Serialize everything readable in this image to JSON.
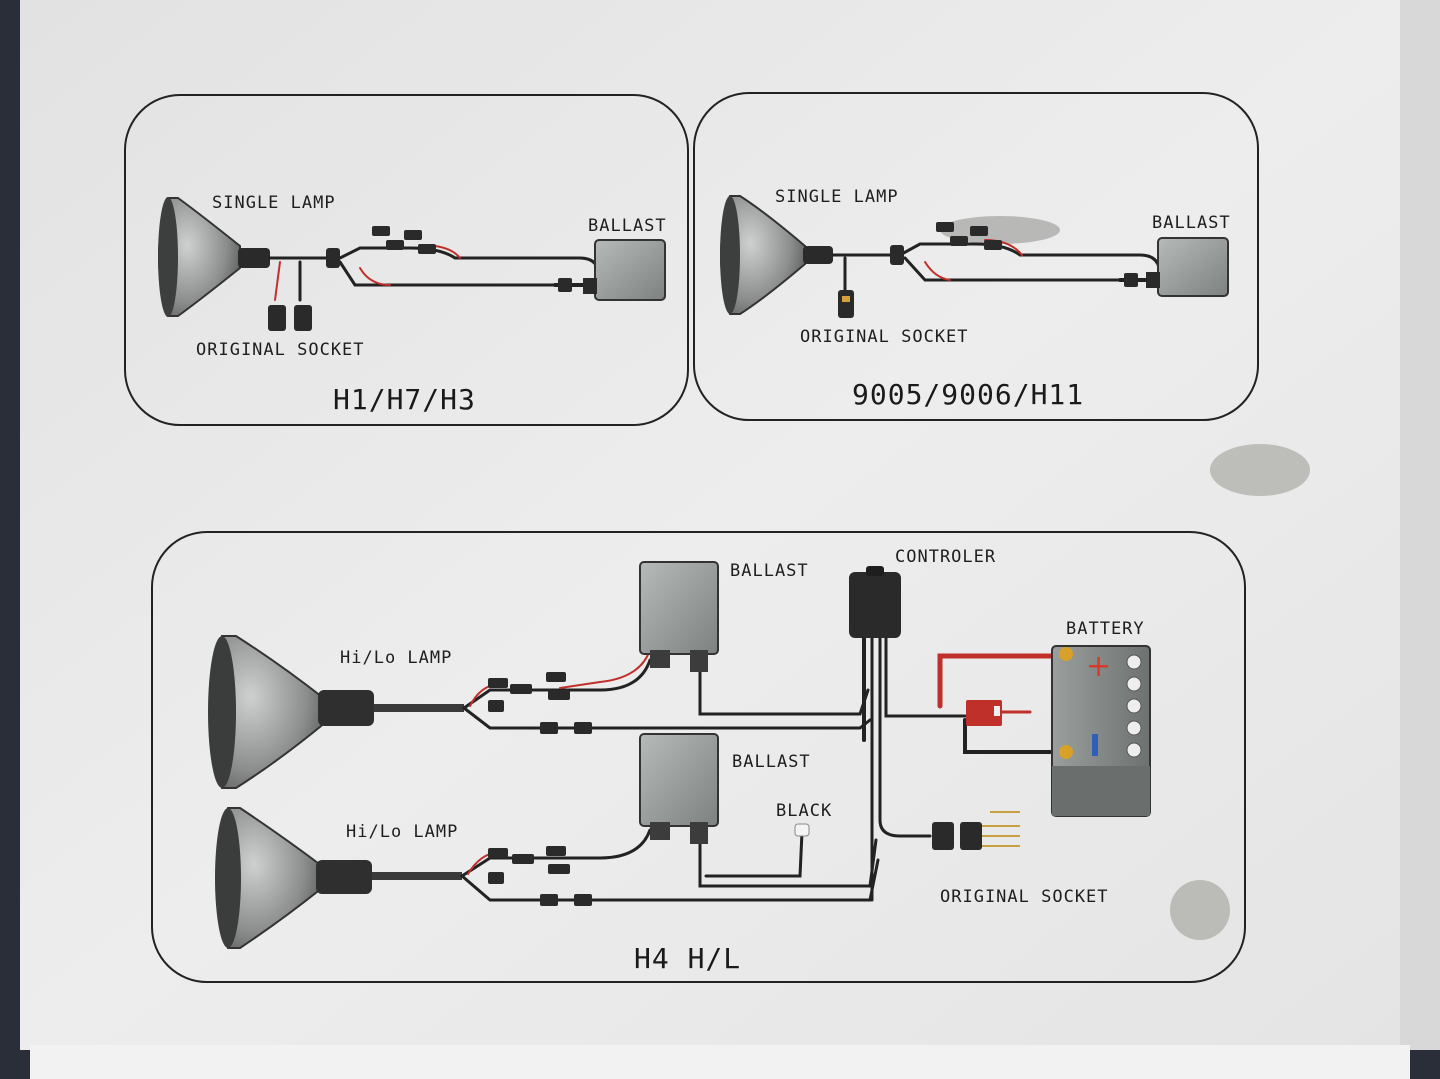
{
  "panels": {
    "h1": {
      "title": "H1/H7/H3",
      "single_lamp": "SINGLE LAMP",
      "ballast": "BALLAST",
      "original_socket": "ORIGINAL SOCKET"
    },
    "h9005": {
      "title": "9005/9006/H11",
      "single_lamp": "SINGLE LAMP",
      "ballast": "BALLAST",
      "original_socket": "ORIGINAL SOCKET"
    },
    "h4": {
      "title": "H4 H/L",
      "ballast_top": "BALLAST",
      "ballast_bottom": "BALLAST",
      "controler": "CONTROLER",
      "battery": "BATTERY",
      "hilo_top": "Hi/Lo LAMP",
      "hilo_bottom": "Hi/Lo LAMP",
      "black": "BLACK",
      "original_socket": "ORIGINAL SOCKET"
    }
  },
  "colors": {
    "paper": "#ebebeb",
    "wire_black": "#222222",
    "wire_red": "#c0302b",
    "ballast_grey": "#8d9291",
    "battery_grey": "#7b807e"
  }
}
